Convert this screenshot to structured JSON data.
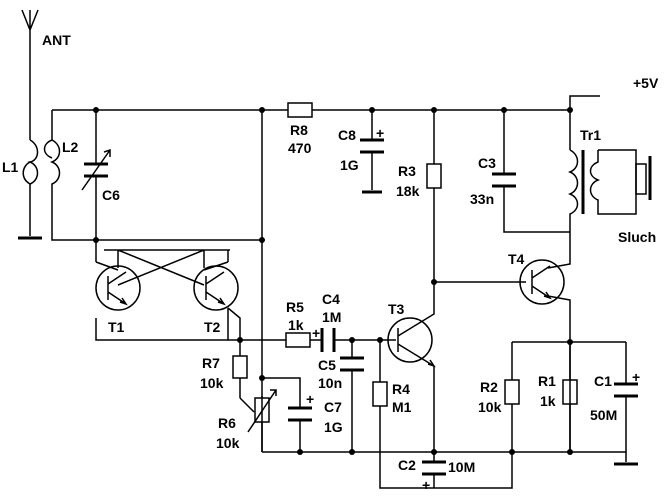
{
  "labels": {
    "ant": "ANT",
    "vcc": "+5V",
    "l1": "L1",
    "l2": "L2",
    "c6": "C6",
    "t1": "T1",
    "t2": "T2",
    "r8": "R8",
    "r8_val": "470",
    "c8": "C8",
    "c8_val": "1G",
    "r3": "R3",
    "r3_val": "18k",
    "c3": "C3",
    "c3_val": "33n",
    "tr1": "Tr1",
    "sluch": "Sluch",
    "t4": "T4",
    "r5": "R5",
    "r5_val": "1k",
    "c4": "C4",
    "c4_val": "1M",
    "t3": "T3",
    "c5": "C5",
    "c5_val": "10n",
    "r4": "R4",
    "r4_val": "M1",
    "r7": "R7",
    "r7_val": "10k",
    "r6": "R6",
    "r6_val": "10k",
    "c7": "C7",
    "c7_val": "1G",
    "r2": "R2",
    "r2_val": "10k",
    "r1": "R1",
    "r1_val": "1k",
    "c1": "C1",
    "c1_val": "50M",
    "c2": "C2",
    "c2_val": "10M",
    "plus": "+"
  }
}
